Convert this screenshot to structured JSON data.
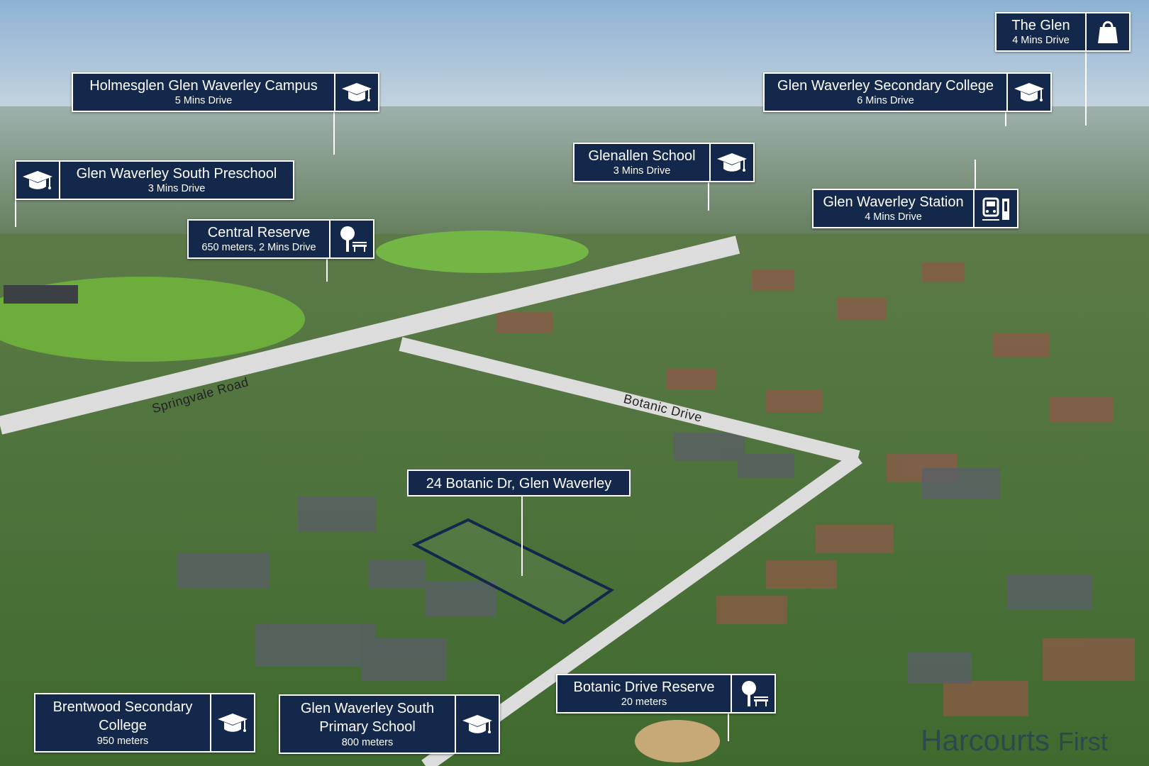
{
  "map": {
    "roads": {
      "springvale": "Springvale Road",
      "botanic": "Botanic Drive"
    },
    "address": "24 Botanic Dr, Glen Waverley",
    "brand": {
      "name": "Harcourts",
      "suffix": "First"
    },
    "colors": {
      "label_bg": "#13284a",
      "label_border": "#ffffff",
      "sky": "#a9c3dc",
      "grass": "#4f9a3a",
      "road": "#f2f2f2"
    }
  },
  "places": [
    {
      "id": "the-glen",
      "name": "The Glen",
      "detail": "4 Mins Drive",
      "icon": "shopping-bag-icon"
    },
    {
      "id": "holmesglen",
      "name": "Holmesglen Glen Waverley Campus",
      "detail": "5 Mins Drive",
      "icon": "graduation-cap-icon"
    },
    {
      "id": "gw-secondary",
      "name": "Glen Waverley Secondary College",
      "detail": "6 Mins Drive",
      "icon": "graduation-cap-icon"
    },
    {
      "id": "gw-south-preschool",
      "name": "Glen Waverley South Preschool",
      "detail": "3 Mins Drive",
      "icon": "graduation-cap-icon"
    },
    {
      "id": "glenallen",
      "name": "Glenallen School",
      "detail": "3 Mins Drive",
      "icon": "graduation-cap-icon"
    },
    {
      "id": "gw-station",
      "name": "Glen Waverley Station",
      "detail": "4 Mins Drive",
      "icon": "train-station-icon"
    },
    {
      "id": "central-reserve",
      "name": "Central Reserve",
      "detail": "650 meters, 2 Mins Drive",
      "icon": "park-tree-bench-icon"
    },
    {
      "id": "botanic-reserve",
      "name": "Botanic Drive Reserve",
      "detail": "20 meters",
      "icon": "park-tree-bench-icon"
    },
    {
      "id": "brentwood",
      "name": "Brentwood Secondary College",
      "detail": "950 meters",
      "icon": "graduation-cap-icon"
    },
    {
      "id": "gw-south-primary",
      "name": "Glen Waverley South Primary School",
      "detail": "800 meters",
      "icon": "graduation-cap-icon"
    }
  ]
}
